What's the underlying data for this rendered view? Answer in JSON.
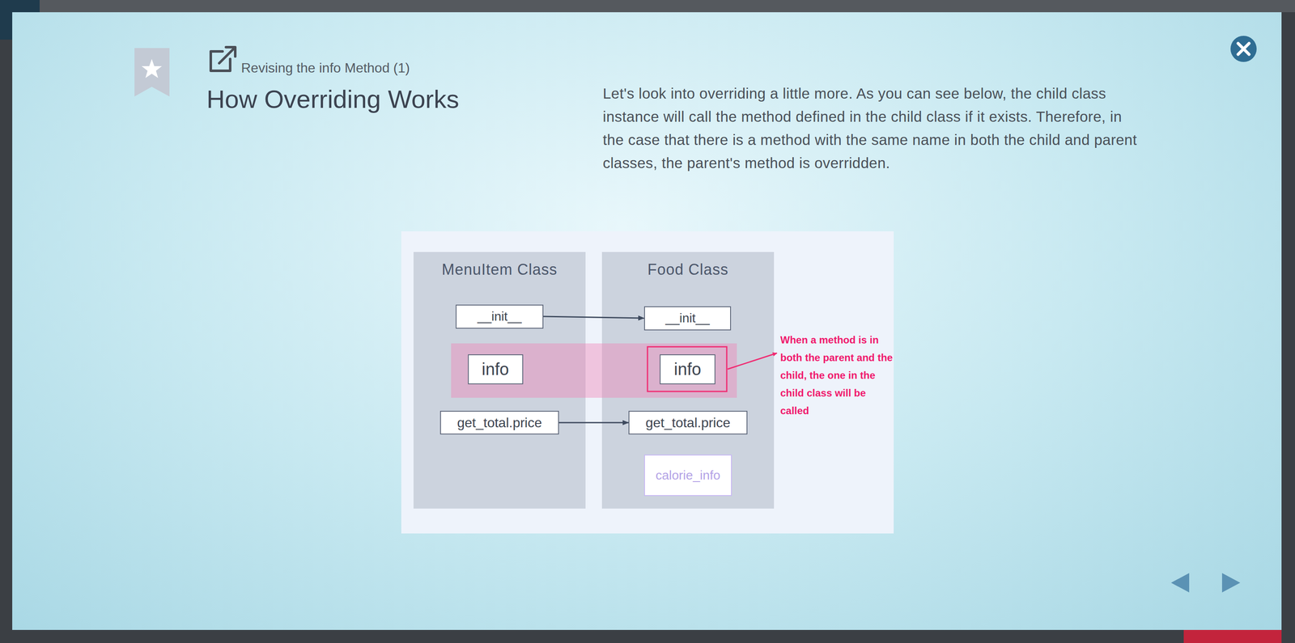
{
  "diagram": {
    "title": "How Overriding Works",
    "nodes": [
      {
        "text": [
          "MenuItem Class"
        ]
      },
      {
        "text": [
          "__init__"
        ],
        "in": 0
      },
      {
        "text": [
          "info"
        ],
        "in": 0
      },
      {
        "text": [
          "get_total.price"
        ],
        "in": 0
      },
      {
        "text": [
          "Food Class"
        ]
      },
      {
        "text": [
          "__init__"
        ],
        "in": 4
      },
      {
        "text": [
          "info"
        ],
        "in": 4
      },
      {
        "text": [
          "get_total.price"
        ],
        "in": 4
      },
      {
        "text": [
          "calorie_info"
        ],
        "in": 4
      }
    ],
    "edges": [
      {
        "from": 1,
        "to": 5,
        "arrow": "to"
      },
      {
        "from": 3,
        "to": 7,
        "arrow": "to"
      }
    ],
    "labels": [
      "Revising the info Method (1)",
      "Let's look into overriding a little more. As you can see below, the child class instance will call the method defined in the child class if it exists. Therefore, in the case that there is a method with the same name in both the child and parent classes, the parent's method is overridden.",
      "When a method is in both the parent and the child, the one in the child class will be called"
    ]
  }
}
